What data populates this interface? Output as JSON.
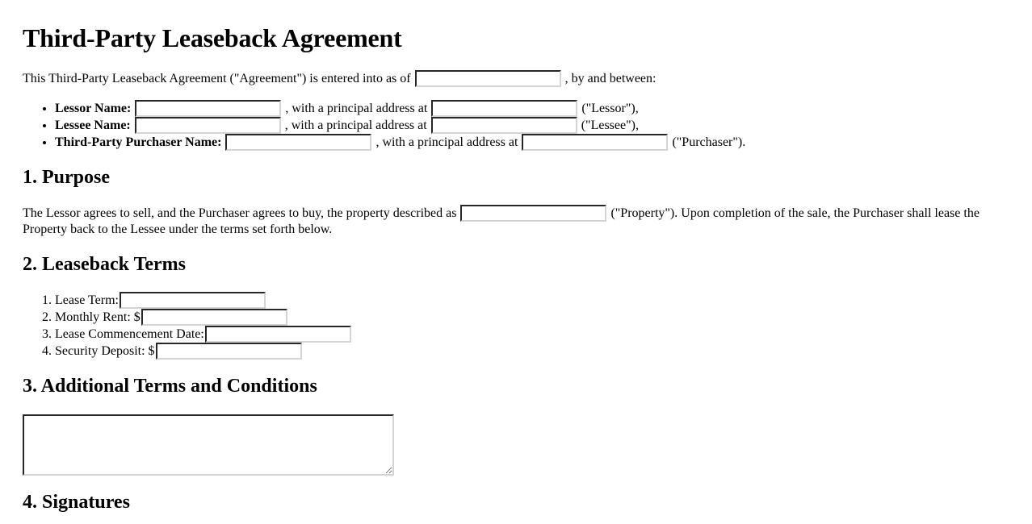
{
  "document": {
    "title": "Third-Party Leaseback Agreement",
    "intro": {
      "before_date": "This Third-Party Leaseback Agreement (\"Agreement\") is entered into as of",
      "after_date": ", by and between:",
      "date_value": "",
      "date_placeholder": ""
    },
    "parties": [
      {
        "label": "Lessor Name:",
        "name_value": "",
        "middle_text": ", with a principal address at",
        "address_value": "",
        "suffix_text": "(\"Lessor\"),"
      },
      {
        "label": "Lessee Name:",
        "name_value": "",
        "middle_text": ", with a principal address at",
        "address_value": "",
        "suffix_text": "(\"Lessee\"),"
      },
      {
        "label": "Third-Party Purchaser Name:",
        "name_value": "",
        "middle_text": ", with a principal address at",
        "address_value": "",
        "suffix_text": "(\"Purchaser\")."
      }
    ],
    "sections": [
      {
        "heading": "1. Purpose",
        "purpose_before": "The Lessor agrees to sell, and the Purchaser agrees to buy, the property described as",
        "property_value": "",
        "purpose_after": "(\"Property\"). Upon completion of the sale, the Purchaser shall lease the Property back to the Lessee under the terms set forth below."
      },
      {
        "heading": "2. Leaseback Terms",
        "terms": [
          {
            "label": "Lease Term:",
            "prefix": "",
            "value": ""
          },
          {
            "label": "Monthly Rent:",
            "prefix": "$",
            "value": ""
          },
          {
            "label": "Lease Commencement Date:",
            "prefix": "",
            "value": ""
          },
          {
            "label": "Security Deposit:",
            "prefix": "$",
            "value": ""
          }
        ]
      },
      {
        "heading": "3. Additional Terms and Conditions",
        "additional_terms_value": "",
        "additional_terms_placeholder": ""
      },
      {
        "heading": "4. Signatures"
      }
    ]
  }
}
